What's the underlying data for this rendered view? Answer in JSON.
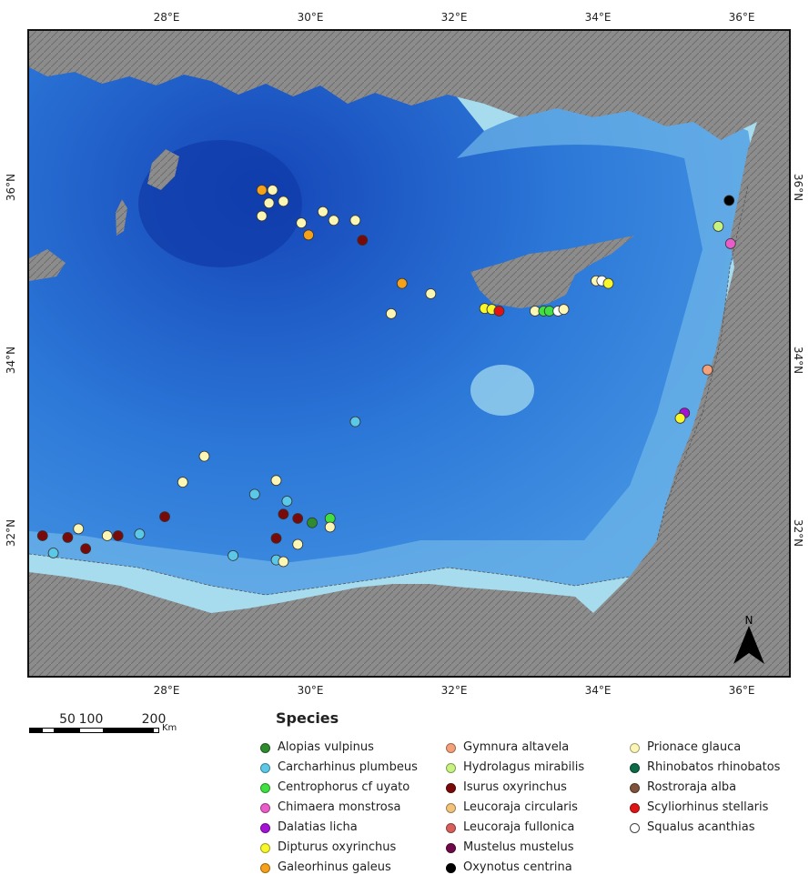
{
  "map": {
    "lon_labels": [
      "28°E",
      "30°E",
      "32°E",
      "34°E",
      "36°E"
    ],
    "lat_labels": [
      "32°N",
      "34°N",
      "36°N"
    ],
    "colors": {
      "deep_sea": "#1d63d0",
      "mid_sea": "#3f8fe0",
      "shelf": "#a7dcef",
      "land": "#8a8a8a",
      "coast_line": "#555555"
    },
    "north_label": "N"
  },
  "scale": {
    "labels": [
      "50",
      "100",
      "200"
    ],
    "unit": "Km"
  },
  "legend": {
    "title": "Species",
    "items": [
      {
        "name": "Alopias vulpinus",
        "color": "#2e8b2e",
        "hollow": false
      },
      {
        "name": "Carcharhinus plumbeus",
        "color": "#5bc8e8",
        "hollow": false
      },
      {
        "name": "Centrophorus cf uyato",
        "color": "#3fe03f",
        "hollow": false
      },
      {
        "name": "Chimaera monstrosa",
        "color": "#e85dc8",
        "hollow": false
      },
      {
        "name": "Dalatias licha",
        "color": "#a412d6",
        "hollow": false
      },
      {
        "name": "Dipturus oxyrinchus",
        "color": "#f7f72a",
        "hollow": false
      },
      {
        "name": "Galeorhinus galeus",
        "color": "#f5a11a",
        "hollow": false
      },
      {
        "name": "Gymnura altavela",
        "color": "#f4a07a",
        "hollow": false
      },
      {
        "name": "Hydrolagus mirabilis",
        "color": "#c8f27f",
        "hollow": false
      },
      {
        "name": "Isurus oxyrinchus",
        "color": "#7a0a0a",
        "hollow": false
      },
      {
        "name": "Leucoraja circularis",
        "color": "#f2c27a",
        "hollow": false
      },
      {
        "name": "Leucoraja fullonica",
        "color": "#d6605c",
        "hollow": false
      },
      {
        "name": "Mustelus mustelus",
        "color": "#6e0a4a",
        "hollow": false
      },
      {
        "name": "Oxynotus centrina",
        "color": "#000000",
        "hollow": false
      },
      {
        "name": "Prionace glauca",
        "color": "#fbf6b4",
        "hollow": false
      },
      {
        "name": "Rhinobatos rhinobatos",
        "color": "#0c6a46",
        "hollow": false
      },
      {
        "name": "Rostroraja alba",
        "color": "#7e533a",
        "hollow": false
      },
      {
        "name": "Scyliorhinus stellaris",
        "color": "#e01414",
        "hollow": false
      },
      {
        "name": "Squalus acanthias",
        "color": "#ffffff",
        "hollow": true
      }
    ]
  },
  "records": [
    {
      "species": "Galeorhinus galeus",
      "lon": 29.3,
      "lat": 36.0
    },
    {
      "species": "Prionace glauca",
      "lon": 29.45,
      "lat": 36.0
    },
    {
      "species": "Prionace glauca",
      "lon": 29.6,
      "lat": 35.87
    },
    {
      "species": "Prionace glauca",
      "lon": 29.4,
      "lat": 35.85
    },
    {
      "species": "Prionace glauca",
      "lon": 29.3,
      "lat": 35.7
    },
    {
      "species": "Prionace glauca",
      "lon": 29.85,
      "lat": 35.62
    },
    {
      "species": "Prionace glauca",
      "lon": 30.15,
      "lat": 35.75
    },
    {
      "species": "Prionace glauca",
      "lon": 30.3,
      "lat": 35.65
    },
    {
      "species": "Prionace glauca",
      "lon": 30.6,
      "lat": 35.65
    },
    {
      "species": "Galeorhinus galeus",
      "lon": 29.95,
      "lat": 35.48
    },
    {
      "species": "Isurus oxyrinchus",
      "lon": 30.7,
      "lat": 35.42
    },
    {
      "species": "Galeorhinus galeus",
      "lon": 31.25,
      "lat": 34.92
    },
    {
      "species": "Prionace glauca",
      "lon": 31.65,
      "lat": 34.8
    },
    {
      "species": "Prionace glauca",
      "lon": 31.1,
      "lat": 34.57
    },
    {
      "species": "Dipturus oxyrinchus",
      "lon": 32.4,
      "lat": 34.63
    },
    {
      "species": "Dipturus oxyrinchus",
      "lon": 32.5,
      "lat": 34.62
    },
    {
      "species": "Scyliorhinus stellaris",
      "lon": 32.6,
      "lat": 34.6
    },
    {
      "species": "Prionace glauca",
      "lon": 33.1,
      "lat": 34.6
    },
    {
      "species": "Centrophorus cf uyato",
      "lon": 33.22,
      "lat": 34.6
    },
    {
      "species": "Centrophorus cf uyato",
      "lon": 33.3,
      "lat": 34.6
    },
    {
      "species": "Squalus acanthias",
      "lon": 33.42,
      "lat": 34.6
    },
    {
      "species": "Prionace glauca",
      "lon": 33.5,
      "lat": 34.62
    },
    {
      "species": "Prionace glauca",
      "lon": 33.95,
      "lat": 34.95
    },
    {
      "species": "Squalus acanthias",
      "lon": 34.03,
      "lat": 34.95
    },
    {
      "species": "Dipturus oxyrinchus",
      "lon": 34.12,
      "lat": 34.92
    },
    {
      "species": "Oxynotus centrina",
      "lon": 35.8,
      "lat": 35.88
    },
    {
      "species": "Hydrolagus mirabilis",
      "lon": 35.65,
      "lat": 35.58
    },
    {
      "species": "Chimaera monstrosa",
      "lon": 35.82,
      "lat": 35.38
    },
    {
      "species": "Gymnura altavela",
      "lon": 35.5,
      "lat": 33.92
    },
    {
      "species": "Dalatias licha",
      "lon": 35.18,
      "lat": 33.42
    },
    {
      "species": "Dipturus oxyrinchus",
      "lon": 35.12,
      "lat": 33.36
    },
    {
      "species": "Carcharhinus plumbeus",
      "lon": 30.6,
      "lat": 33.32
    },
    {
      "species": "Prionace glauca",
      "lon": 28.5,
      "lat": 32.92
    },
    {
      "species": "Prionace glauca",
      "lon": 28.2,
      "lat": 32.62
    },
    {
      "species": "Prionace glauca",
      "lon": 29.5,
      "lat": 32.64
    },
    {
      "species": "Carcharhinus plumbeus",
      "lon": 29.2,
      "lat": 32.48
    },
    {
      "species": "Carcharhinus plumbeus",
      "lon": 29.65,
      "lat": 32.4
    },
    {
      "species": "Isurus oxyrinchus",
      "lon": 29.6,
      "lat": 32.25
    },
    {
      "species": "Isurus oxyrinchus",
      "lon": 29.8,
      "lat": 32.2
    },
    {
      "species": "Alopias vulpinus",
      "lon": 30.0,
      "lat": 32.15
    },
    {
      "species": "Centrophorus cf uyato",
      "lon": 30.25,
      "lat": 32.2
    },
    {
      "species": "Prionace glauca",
      "lon": 30.25,
      "lat": 32.1
    },
    {
      "species": "Isurus oxyrinchus",
      "lon": 27.95,
      "lat": 32.22
    },
    {
      "species": "Isurus oxyrinchus",
      "lon": 26.25,
      "lat": 32.0
    },
    {
      "species": "Isurus oxyrinchus",
      "lon": 26.6,
      "lat": 31.98
    },
    {
      "species": "Prionace glauca",
      "lon": 26.75,
      "lat": 32.08
    },
    {
      "species": "Isurus oxyrinchus",
      "lon": 26.85,
      "lat": 31.85
    },
    {
      "species": "Carcharhinus plumbeus",
      "lon": 26.4,
      "lat": 31.8
    },
    {
      "species": "Prionace glauca",
      "lon": 27.15,
      "lat": 32.0
    },
    {
      "species": "Isurus oxyrinchus",
      "lon": 27.3,
      "lat": 32.0
    },
    {
      "species": "Carcharhinus plumbeus",
      "lon": 27.6,
      "lat": 32.02
    },
    {
      "species": "Isurus oxyrinchus",
      "lon": 29.5,
      "lat": 31.97
    },
    {
      "species": "Prionace glauca",
      "lon": 29.8,
      "lat": 31.9
    },
    {
      "species": "Carcharhinus plumbeus",
      "lon": 28.9,
      "lat": 31.77
    },
    {
      "species": "Carcharhinus plumbeus",
      "lon": 29.5,
      "lat": 31.72
    },
    {
      "species": "Prionace glauca",
      "lon": 29.6,
      "lat": 31.7
    }
  ]
}
